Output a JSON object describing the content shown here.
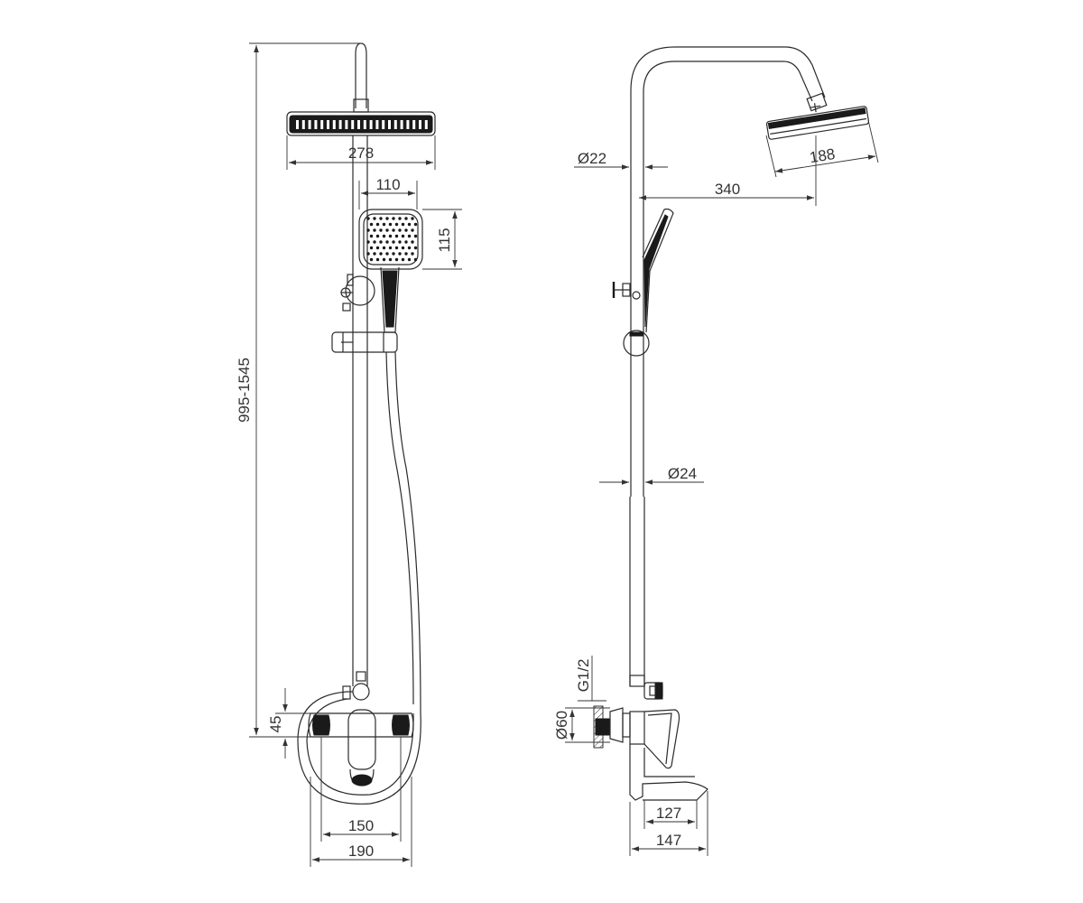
{
  "front_view": {
    "dimensions": {
      "overall_height": "995-1545",
      "overhead_width": "278",
      "hand_shower_width": "110",
      "hand_shower_height": "115",
      "mixer_offset": "45",
      "mixer_width_inner": "150",
      "mixer_width_outer": "190"
    }
  },
  "side_view": {
    "dimensions": {
      "upper_pipe_diameter": "Ø22",
      "arm_reach": "340",
      "overhead_diameter": "188",
      "lower_pipe_diameter": "Ø24",
      "inlet_thread": "G1/2",
      "escutcheon_diameter": "Ø60",
      "spout_length_inner": "127",
      "spout_length_outer": "147"
    }
  },
  "colors": {
    "line": "#2b2b2b",
    "fill": "#1a1a1a",
    "background": "#ffffff"
  }
}
